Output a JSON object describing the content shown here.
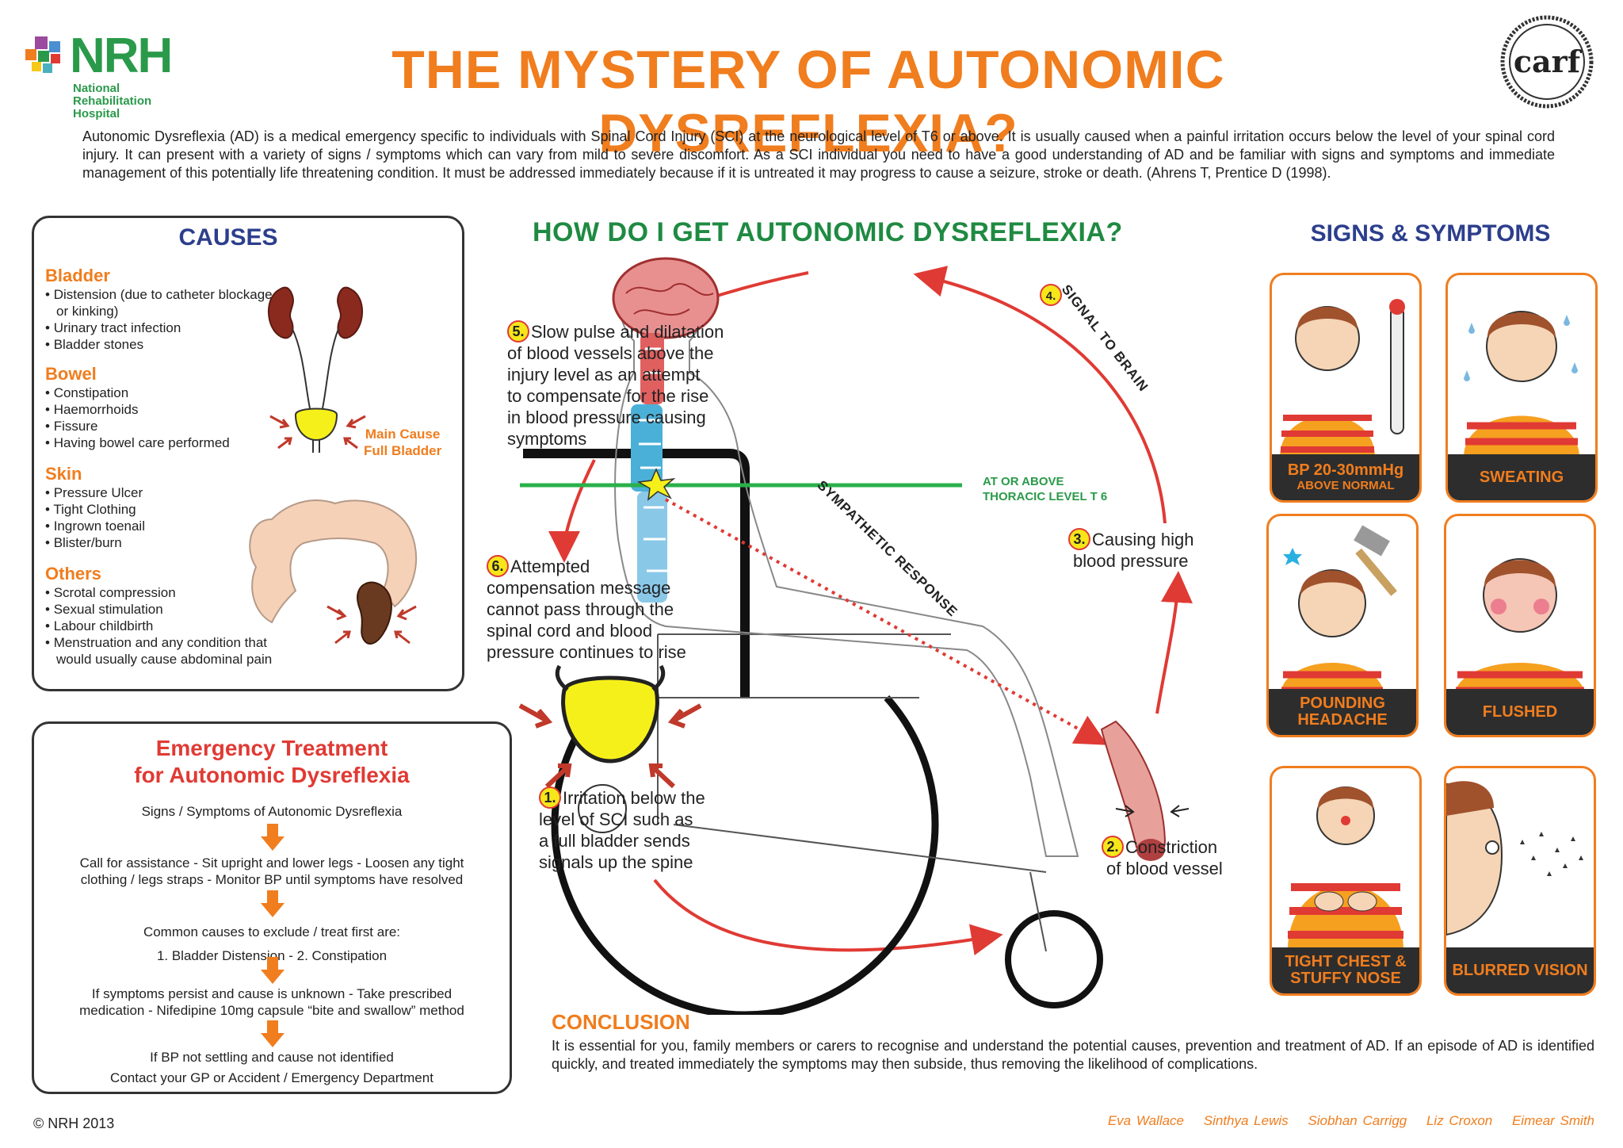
{
  "header": {
    "logo_letters": "NRH",
    "logo_sub": [
      "National",
      "Rehabilitation",
      "Hospital"
    ],
    "title": "THE MYSTERY OF AUTONOMIC DYSREFLEXIA?",
    "carf_logo": "carf"
  },
  "intro": "Autonomic Dysreflexia (AD) is a medical emergency specific to individuals with Spinal Cord Injury (SCI) at the neurological level of T6 or above. It is usually caused when a painful irritation occurs below the level of your spinal cord injury. It can present with a variety of signs / symptoms which can vary from mild to severe discomfort. As a SCI individual you need to have a good understanding of AD and be familiar with signs and symptoms and immediate management of this potentially life threatening condition. It must be addressed immediately because if it is untreated it may progress to cause a seizure, stroke or death.  (Ahrens T, Prentice D (1998).",
  "causes": {
    "title": "CAUSES",
    "groups": [
      {
        "heading": "Bladder",
        "items": [
          "Distension (due to catheter blockage or kinking)",
          "Urinary tract infection",
          "Bladder stones"
        ]
      },
      {
        "heading": "Bowel",
        "items": [
          "Constipation",
          "Haemorrhoids",
          "Fissure",
          "Having bowel care performed"
        ]
      },
      {
        "heading": "Skin",
        "items": [
          "Pressure Ulcer",
          "Tight Clothing",
          "Ingrown toenail",
          "Blister/burn"
        ]
      },
      {
        "heading": "Others",
        "items": [
          "Scrotal compression",
          "Sexual stimulation",
          "Labour childbirth",
          "Menstruation and any condition that would usually cause abdominal pain"
        ]
      }
    ],
    "main_cause": [
      "Main Cause",
      "Full Bladder"
    ]
  },
  "emergency": {
    "title": [
      "Emergency Treatment",
      "for Autonomic Dysreflexia"
    ],
    "steps": [
      [
        "Signs / Symptoms of Autonomic Dysreflexia"
      ],
      [
        "Call for assistance  -  Sit upright and lower legs  -  Loosen any tight",
        "clothing / legs straps  -  Monitor BP until symptoms have resolved"
      ],
      [
        "Common causes to exclude / treat first are:",
        "1. Bladder Distension  -  2. Constipation"
      ],
      [
        "If symptoms persist and cause is unknown  -  Take prescribed",
        "medication  -  Nifedipine 10mg capsule “bite and swallow” method"
      ],
      [
        "If BP not settling and cause not identified",
        "Contact your GP or Accident / Emergency Department"
      ]
    ]
  },
  "center": {
    "title": "HOW DO I GET AUTONOMIC DYSREFLEXIA?",
    "steps": [
      {
        "num": "1.",
        "lines": [
          "Irritation below the",
          "level of SCI such as",
          "a full bladder sends",
          "signals up the spine"
        ]
      },
      {
        "num": "2.",
        "lines": [
          "Constriction",
          "of blood vessel"
        ]
      },
      {
        "num": "3.",
        "lines": [
          "Causing high",
          "blood pressure"
        ]
      },
      {
        "num": "4.",
        "text": "SIGNAL TO BRAIN"
      },
      {
        "num": "5.",
        "lines": [
          "Slow pulse and dilatation",
          "of blood vessels above the",
          "injury level as an attempt",
          "to compensate for the rise",
          "in blood pressure causing",
          "symptoms"
        ]
      },
      {
        "num": "6.",
        "lines": [
          "Attempted",
          "compensation message",
          "cannot pass through the",
          "spinal cord and blood",
          "pressure continues to rise"
        ]
      }
    ],
    "level_label": [
      "AT OR ABOVE",
      "THORACIC LEVEL T 6"
    ],
    "sympathetic_label": "SYMPATHETIC RESPONSE"
  },
  "signs": {
    "title": "SIGNS & SYMPTOMS",
    "cards": [
      {
        "label": "BP 20-30mmHg",
        "sub": "ABOVE NORMAL"
      },
      {
        "label": "SWEATING",
        "sub": ""
      },
      {
        "label": "POUNDING",
        "sub": "HEADACHE"
      },
      {
        "label": "FLUSHED",
        "sub": ""
      },
      {
        "label": "TIGHT CHEST &",
        "sub": "STUFFY NOSE"
      },
      {
        "label": "BLURRED VISION",
        "sub": ""
      }
    ]
  },
  "conclusion": {
    "title": "CONCLUSION",
    "text": "It is essential for you, family members or carers to recognise and understand the potential causes, prevention and treatment of AD. If an episode of AD is identified quickly, and treated immediately the symptoms may then subside, thus removing the likelihood of complications."
  },
  "footer": {
    "copyright": "© NRH 2013",
    "authors": [
      "Eva Wallace",
      "Sinthya Lewis",
      "Siobhan Carrigg",
      "Liz Croxon",
      "Eimear Smith"
    ]
  },
  "colors": {
    "orange": "#f07d1e",
    "red": "#e03a34",
    "green": "#1f8a42",
    "navy": "#2c3e8c",
    "dark": "#2d2d2d"
  }
}
